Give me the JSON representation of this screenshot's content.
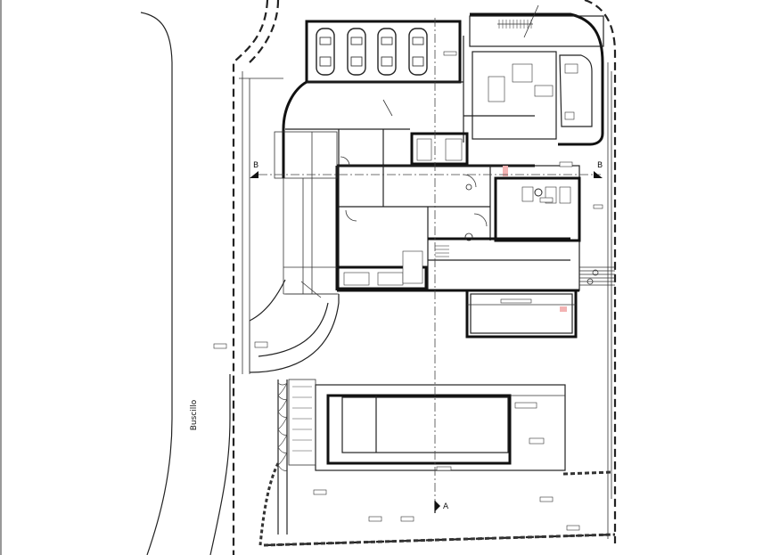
{
  "plan": {
    "road_label": "Buscillo",
    "section_marker_a": "A",
    "section_marker_b": "B",
    "accent_color": "#e57373",
    "cars_count_visual": 4
  }
}
